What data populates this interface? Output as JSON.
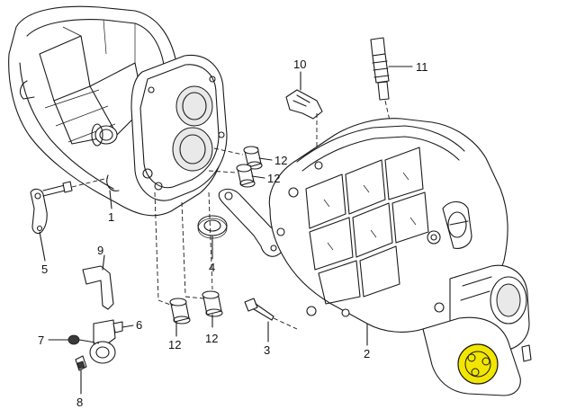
{
  "callouts": {
    "c1": "1",
    "c2": "2",
    "c3": "3",
    "c4": "4",
    "c5": "5",
    "c6": "6",
    "c7": "7",
    "c8": "8",
    "c9": "9",
    "c10": "10",
    "c11": "11",
    "c12a": "12",
    "c12b": "12",
    "c12c": "12",
    "c12d": "12"
  },
  "colors": {
    "line": "#1a1a1a",
    "highlight": "#f2e600",
    "background": "#ffffff"
  }
}
